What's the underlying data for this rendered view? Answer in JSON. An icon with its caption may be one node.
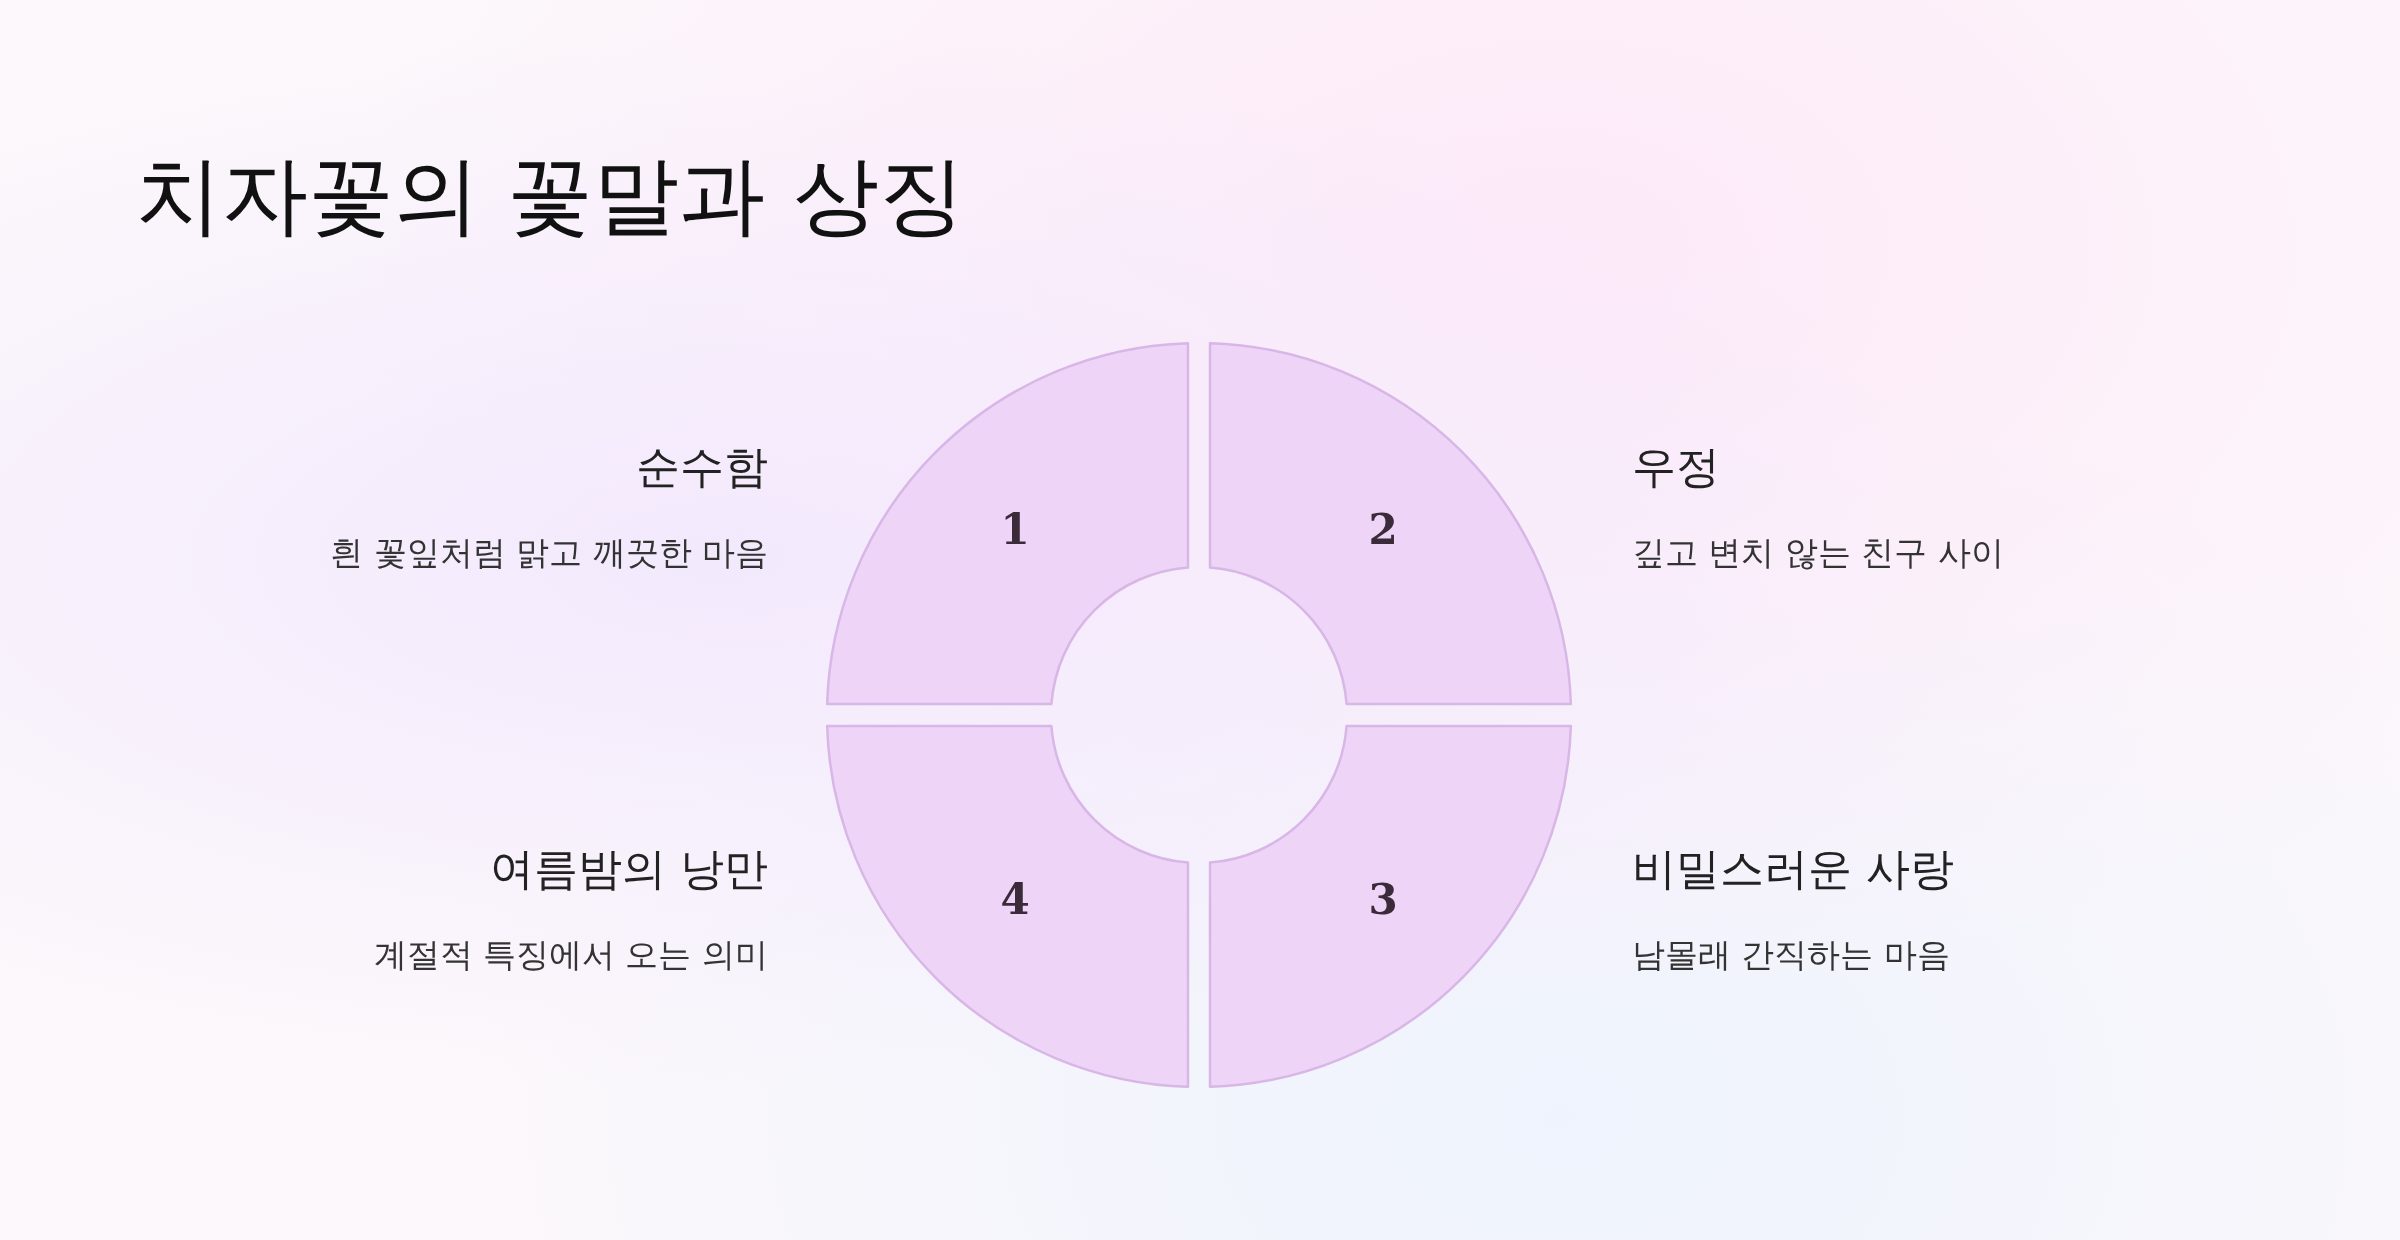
{
  "diagram": {
    "title": "치자꽃의 꽃말과 상징",
    "nodes": [
      {
        "text": [
          "1"
        ],
        "beside": [
          "순수함",
          "흰 꽃잎처럼 맑고 깨끗한 마음"
        ]
      },
      {
        "text": [
          "2"
        ],
        "beside": [
          "우정",
          "깊고 변치 않는 친구 사이"
        ]
      },
      {
        "text": [
          "4"
        ],
        "beside": [
          "여름밤의 낭만",
          "계절적 특징에서 오는 의미"
        ]
      },
      {
        "text": [
          "3"
        ],
        "beside": [
          "비밀스러운 사랑",
          "남몰래 간직하는 마음"
        ]
      }
    ]
  }
}
